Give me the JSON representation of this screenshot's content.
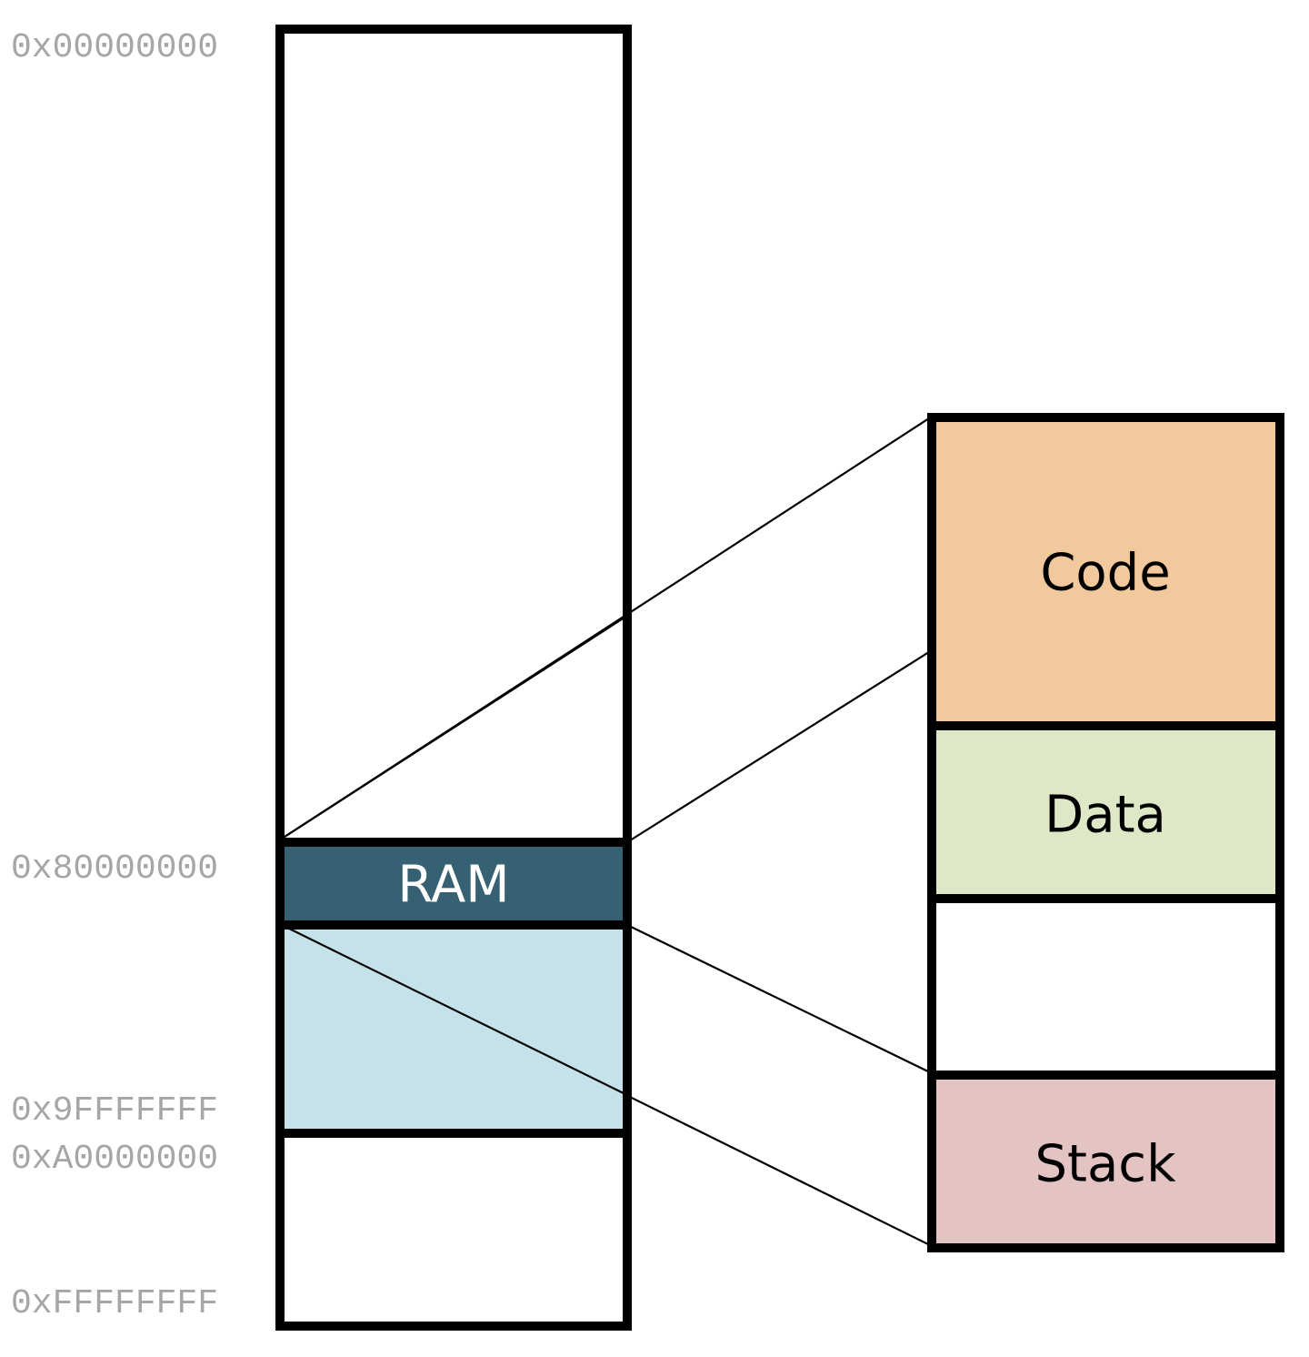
{
  "address_map": {
    "addresses": {
      "start": "0x00000000",
      "ram_start": "0x80000000",
      "ram_mirror_end": "0x9FFFFFFF",
      "next_region": "0xA0000000",
      "end": "0xFFFFFFFF"
    },
    "regions": {
      "ram_label": "RAM"
    },
    "colors": {
      "ram": "#356172",
      "ram_mirror": "#c5e1e9",
      "ram_label_text": "#ffffff"
    }
  },
  "ram_layout": {
    "segments": {
      "code": "Code",
      "data": "Data",
      "stack": "Stack"
    },
    "colors": {
      "code": "#f2c99c",
      "data": "#dfe8c6",
      "free": "#ffffff",
      "stack": "#e4c3c3"
    }
  }
}
